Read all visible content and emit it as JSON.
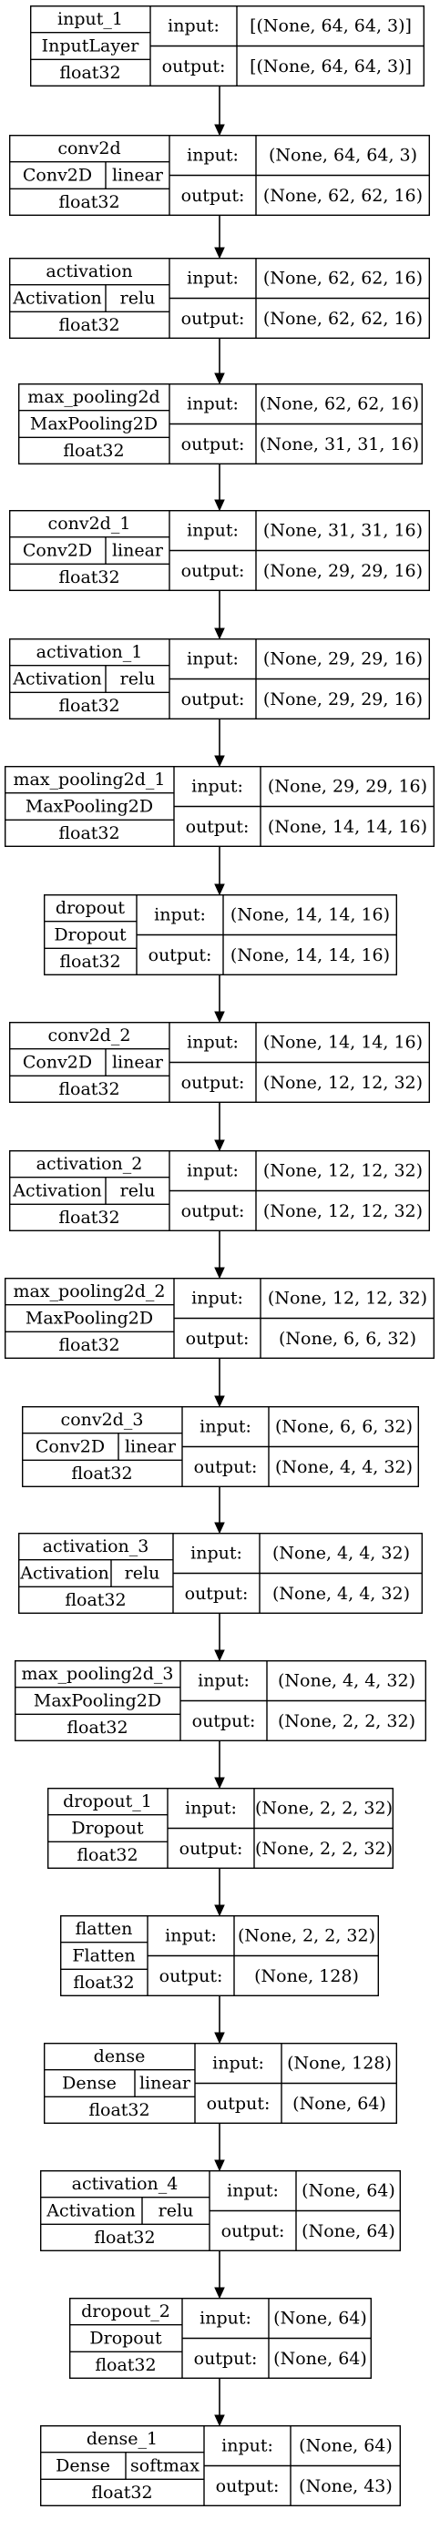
{
  "layers": [
    {
      "name": "input_1",
      "type": "InputLayer",
      "activation": "",
      "dtype": "float32",
      "input": "[(None, 64, 64, 3)]",
      "output": "[(None, 64, 64, 3)]"
    },
    {
      "name": "conv2d",
      "type": "Conv2D",
      "activation": "linear",
      "dtype": "float32",
      "input": "(None, 64, 64, 3)",
      "output": "(None, 62, 62, 16)"
    },
    {
      "name": "activation",
      "type": "Activation",
      "activation": "relu",
      "dtype": "float32",
      "input": "(None, 62, 62, 16)",
      "output": "(None, 62, 62, 16)"
    },
    {
      "name": "max_pooling2d",
      "type": "MaxPooling2D",
      "activation": "",
      "dtype": "float32",
      "input": "(None, 62, 62, 16)",
      "output": "(None, 31, 31, 16)"
    },
    {
      "name": "conv2d_1",
      "type": "Conv2D",
      "activation": "linear",
      "dtype": "float32",
      "input": "(None, 31, 31, 16)",
      "output": "(None, 29, 29, 16)"
    },
    {
      "name": "activation_1",
      "type": "Activation",
      "activation": "relu",
      "dtype": "float32",
      "input": "(None, 29, 29, 16)",
      "output": "(None, 29, 29, 16)"
    },
    {
      "name": "max_pooling2d_1",
      "type": "MaxPooling2D",
      "activation": "",
      "dtype": "float32",
      "input": "(None, 29, 29, 16)",
      "output": "(None, 14, 14, 16)"
    },
    {
      "name": "dropout",
      "type": "Dropout",
      "activation": "",
      "dtype": "float32",
      "input": "(None, 14, 14, 16)",
      "output": "(None, 14, 14, 16)"
    },
    {
      "name": "conv2d_2",
      "type": "Conv2D",
      "activation": "linear",
      "dtype": "float32",
      "input": "(None, 14, 14, 16)",
      "output": "(None, 12, 12, 32)"
    },
    {
      "name": "activation_2",
      "type": "Activation",
      "activation": "relu",
      "dtype": "float32",
      "input": "(None, 12, 12, 32)",
      "output": "(None, 12, 12, 32)"
    },
    {
      "name": "max_pooling2d_2",
      "type": "MaxPooling2D",
      "activation": "",
      "dtype": "float32",
      "input": "(None, 12, 12, 32)",
      "output": "(None, 6, 6, 32)"
    },
    {
      "name": "conv2d_3",
      "type": "Conv2D",
      "activation": "linear",
      "dtype": "float32",
      "input": "(None, 6, 6, 32)",
      "output": "(None, 4, 4, 32)"
    },
    {
      "name": "activation_3",
      "type": "Activation",
      "activation": "relu",
      "dtype": "float32",
      "input": "(None, 4, 4, 32)",
      "output": "(None, 4, 4, 32)"
    },
    {
      "name": "max_pooling2d_3",
      "type": "MaxPooling2D",
      "activation": "",
      "dtype": "float32",
      "input": "(None, 4, 4, 32)",
      "output": "(None, 2, 2, 32)"
    },
    {
      "name": "dropout_1",
      "type": "Dropout",
      "activation": "",
      "dtype": "float32",
      "input": "(None, 2, 2, 32)",
      "output": "(None, 2, 2, 32)"
    },
    {
      "name": "flatten",
      "type": "Flatten",
      "activation": "",
      "dtype": "float32",
      "input": "(None, 2, 2, 32)",
      "output": "(None, 128)"
    },
    {
      "name": "dense",
      "type": "Dense",
      "activation": "linear",
      "dtype": "float32",
      "input": "(None, 128)",
      "output": "(None, 64)"
    },
    {
      "name": "activation_4",
      "type": "Activation",
      "activation": "relu",
      "dtype": "float32",
      "input": "(None, 64)",
      "output": "(None, 64)"
    },
    {
      "name": "dropout_2",
      "type": "Dropout",
      "activation": "",
      "dtype": "float32",
      "input": "(None, 64)",
      "output": "(None, 64)"
    },
    {
      "name": "dense_1",
      "type": "Dense",
      "activation": "softmax",
      "dtype": "float32",
      "input": "(None, 64)",
      "output": "(None, 43)"
    }
  ],
  "port_labels": {
    "input": "input:",
    "output": "output:"
  }
}
